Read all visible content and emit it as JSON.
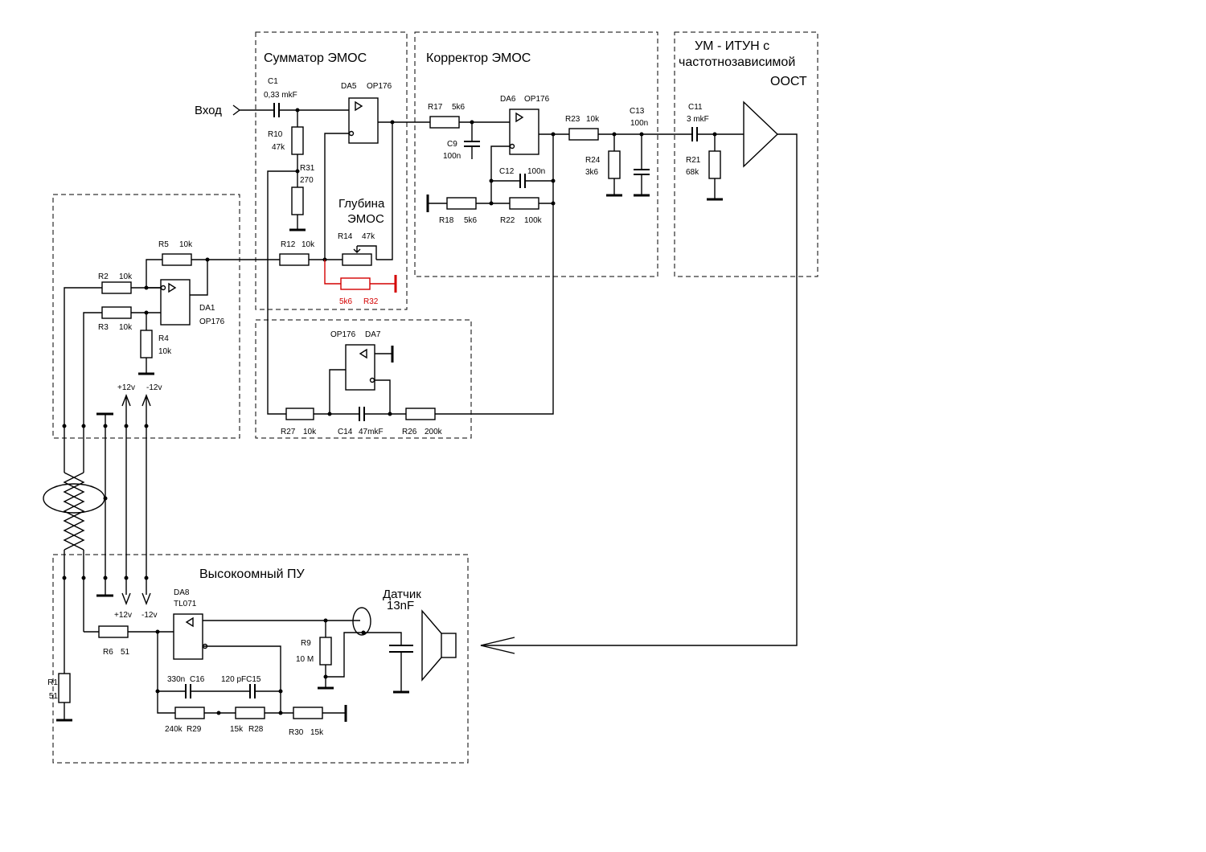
{
  "blocks": {
    "summator": "Сумматор ЭМОС",
    "corrector": "Корректор ЭМОС",
    "amp_line1": "УМ  -  ИТУН  с",
    "amp_line2": "частотнозависимой",
    "amp_line3": "ООСТ",
    "preamp": "Высокоомный ПУ"
  },
  "input_label": "Вход",
  "depth_line1": "Глубина",
  "depth_line2": "ЭМОС",
  "sensor_line1": "Датчик",
  "sensor_line2": "13nF",
  "supply": {
    "plus_top": "+12v",
    "minus_top": "-12v",
    "plus_bottom": "+12v",
    "minus_bottom": "-12v"
  },
  "components": {
    "C1_name": "C1",
    "C1_value": "0,33 mkF",
    "DA5_name": "DA5",
    "DA5_type": "OP176",
    "R10_name": "R10",
    "R10_value": "47k",
    "R31_name": "R31",
    "R31_value": "270",
    "R12_name": "R12",
    "R12_value": "10k",
    "R14_name": "R14",
    "R14_value": "47k",
    "R32_value": "5k6",
    "R32_name": "R32",
    "R17_name": "R17",
    "R17_value": "5k6",
    "C9_name": "C9",
    "C9_value": "100n",
    "DA6_name": "DA6",
    "DA6_type": "OP176",
    "C12_name": "C12",
    "C12_value": "100n",
    "R18_name": "R18",
    "R18_value": "5k6",
    "R22_name": "R22",
    "R22_value": "100k",
    "R23_name": "R23",
    "R23_value": "10k",
    "R24_name": "R24",
    "R24_value": "3k6",
    "C13_name": "C13",
    "C13_value": "100n",
    "C11_name": "C11",
    "C11_value": "3 mkF",
    "R21_name": "R21",
    "R21_value": "68k",
    "R5_name": "R5",
    "R5_value": "10k",
    "R2_name": "R2",
    "R2_value": "10k",
    "R3_name": "R3",
    "R3_value": "10k",
    "DA1_name": "DA1",
    "DA1_type": "OP176",
    "R4_name": "R4",
    "R4_value": "10k",
    "DA7_type": "OP176",
    "DA7_name": "DA7",
    "R27_name": "R27",
    "R27_value": "10k",
    "C14_name": "C14",
    "C14_value": "47mkF",
    "R26_name": "R26",
    "R26_value": "200k",
    "DA8_name": "DA8",
    "DA8_type": "TL071",
    "R6_name": "R6",
    "R6_value": "51",
    "R1_name": "R1",
    "R1_value": "51",
    "R9_name": "R9",
    "R9_value": "10 M",
    "C16_value": "330n",
    "C16_name": "C16",
    "C15_label": "120 pFC15",
    "R29_value": "240k",
    "R29_name": "R29",
    "R28_value": "15k",
    "R28_name": "R28",
    "R30_name": "R30",
    "R30_value": "15k"
  },
  "colors": {
    "line": "#000000",
    "highlight": "#d40000",
    "background": "#ffffff"
  }
}
